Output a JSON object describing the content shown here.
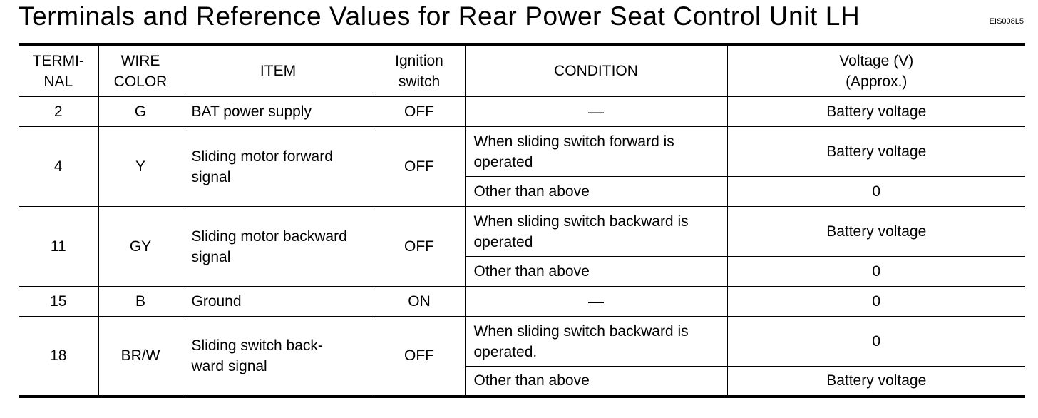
{
  "title": "Terminals and Reference Values for Rear Power Seat Control Unit LH",
  "code": "EIS008L5",
  "headers": {
    "terminal_1": "TERMI-",
    "terminal_2": "NAL",
    "wire_1": "WIRE",
    "wire_2": "COLOR",
    "item": "ITEM",
    "ignition_1": "Ignition",
    "ignition_2": "switch",
    "condition": "CONDITION",
    "voltage_1": "Voltage (V)",
    "voltage_2": "(Approx.)"
  },
  "rows": [
    {
      "terminal": "2",
      "wire": "G",
      "item_1": "BAT power supply",
      "item_2": "",
      "ignition": "OFF",
      "cond_a_1": "—",
      "cond_a_2": "",
      "volt_a": "Battery voltage"
    },
    {
      "terminal": "4",
      "wire": "Y",
      "item_1": "Sliding motor forward",
      "item_2": "signal",
      "ignition": "OFF",
      "cond_a_1": "When sliding switch forward is",
      "cond_a_2": "operated",
      "volt_a": "Battery voltage",
      "cond_b": "Other than above",
      "volt_b": "0"
    },
    {
      "terminal": "11",
      "wire": "GY",
      "item_1": "Sliding motor backward",
      "item_2": "signal",
      "ignition": "OFF",
      "cond_a_1": "When sliding switch backward is",
      "cond_a_2": "operated",
      "volt_a": "Battery voltage",
      "cond_b": "Other than above",
      "volt_b": "0"
    },
    {
      "terminal": "15",
      "wire": "B",
      "item_1": "Ground",
      "item_2": "",
      "ignition": "ON",
      "cond_a_1": "—",
      "cond_a_2": "",
      "volt_a": "0"
    },
    {
      "terminal": "18",
      "wire": "BR/W",
      "item_1": "Sliding switch back-",
      "item_2": "ward signal",
      "ignition": "OFF",
      "cond_a_1": "When sliding switch backward is",
      "cond_a_2": "operated.",
      "volt_a": "0",
      "cond_b": "Other than above",
      "volt_b": "Battery voltage"
    }
  ]
}
